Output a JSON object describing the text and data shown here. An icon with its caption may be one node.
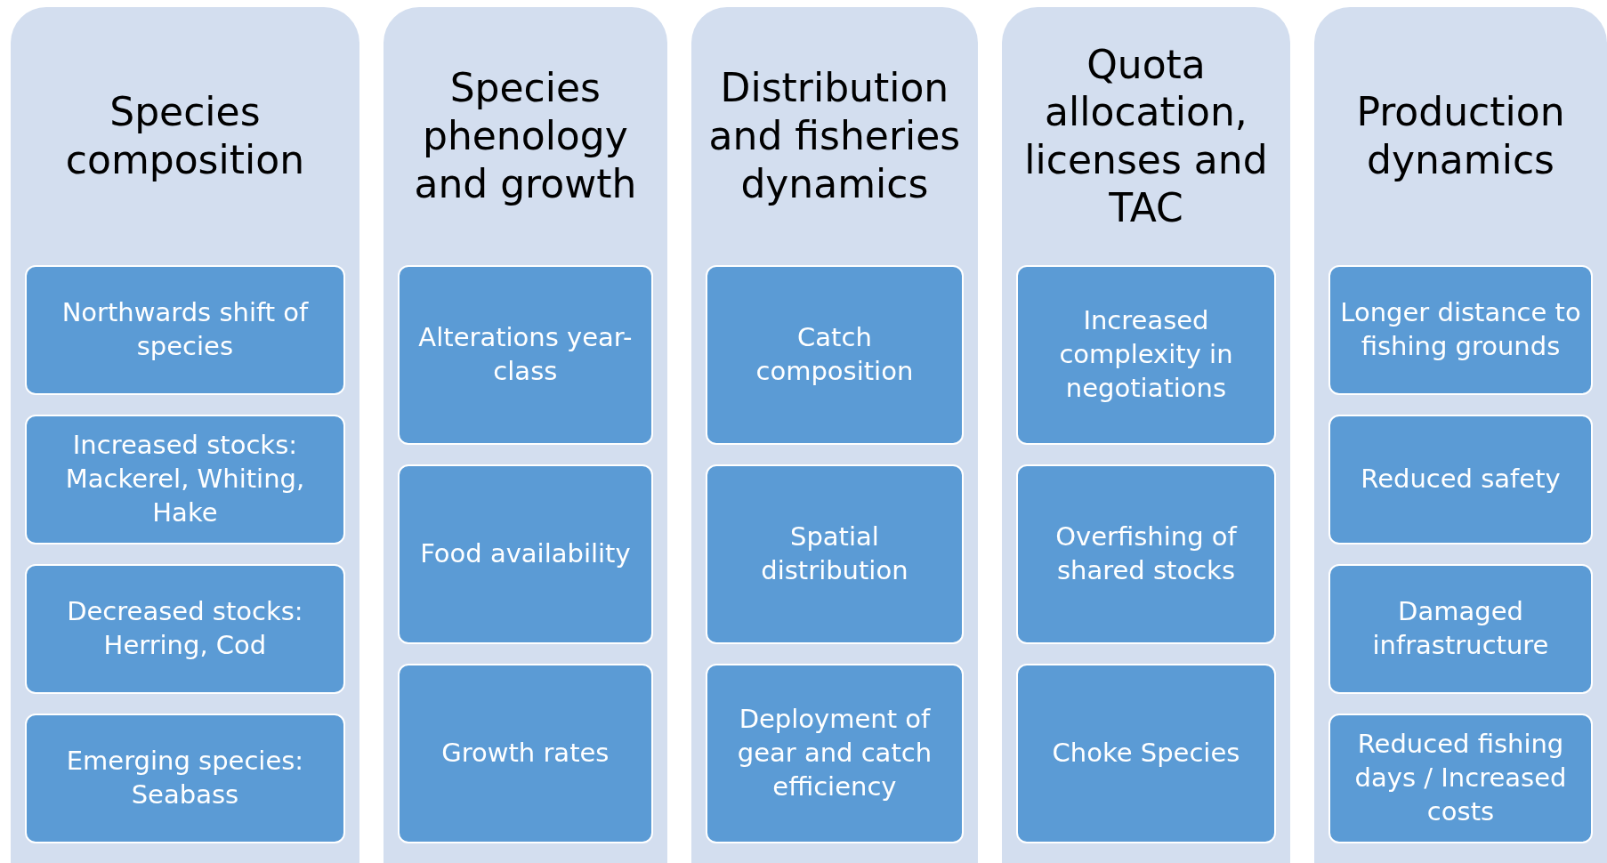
{
  "diagram": {
    "nodes": [
      {
        "text": [
          "Species composition"
        ]
      },
      {
        "text": [
          "Northwards shift of species"
        ],
        "in": 0
      },
      {
        "text": [
          "Increased stocks: Mackerel, Whiting, Hake"
        ],
        "in": 0
      },
      {
        "text": [
          "Decreased stocks: Herring, Cod"
        ],
        "in": 0
      },
      {
        "text": [
          "Emerging species: Seabass"
        ],
        "in": 0
      },
      {
        "text": [
          "Species phenology and growth"
        ]
      },
      {
        "text": [
          "Alterations year-class"
        ],
        "in": 5
      },
      {
        "text": [
          "Food availability"
        ],
        "in": 5
      },
      {
        "text": [
          "Growth rates"
        ],
        "in": 5
      },
      {
        "text": [
          "Distribution and fisheries dynamics"
        ]
      },
      {
        "text": [
          "Catch composition"
        ],
        "in": 9
      },
      {
        "text": [
          "Spatial distribution"
        ],
        "in": 9
      },
      {
        "text": [
          "Deployment of gear and catch efficiency"
        ],
        "in": 9
      },
      {
        "text": [
          "Quota allocation, licenses and TAC"
        ]
      },
      {
        "text": [
          "Increased complexity in negotiations"
        ],
        "in": 13
      },
      {
        "text": [
          "Overfishing of shared stocks"
        ],
        "in": 13
      },
      {
        "text": [
          "Choke Species"
        ],
        "in": 13
      },
      {
        "text": [
          "Production dynamics"
        ]
      },
      {
        "text": [
          "Longer distance to fishing grounds"
        ],
        "in": 17
      },
      {
        "text": [
          "Reduced safety"
        ],
        "in": 17
      },
      {
        "text": [
          "Damaged infrastructure"
        ],
        "in": 17
      },
      {
        "text": [
          "Reduced fishing days / Increased costs"
        ],
        "in": 17
      }
    ]
  }
}
